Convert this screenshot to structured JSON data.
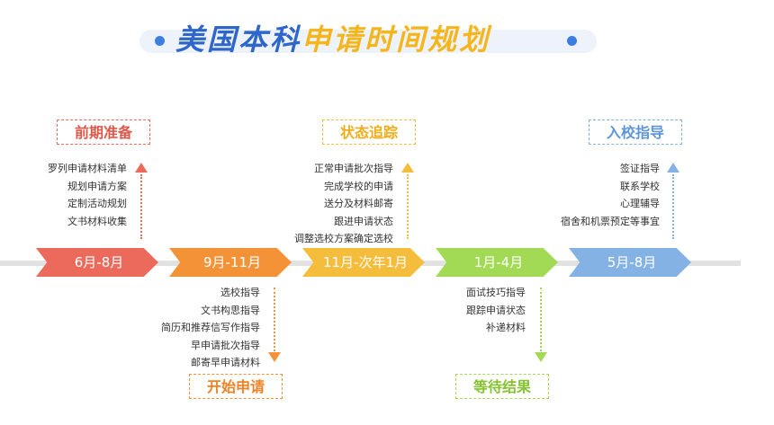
{
  "title": {
    "part1": "美国本科",
    "part2": "申请时间规划"
  },
  "colors": {
    "red": "#ec6a5c",
    "orange": "#f39237",
    "yellow": "#f5bd3c",
    "green": "#a2d955",
    "blue": "#84b2e4",
    "title_blue": "#2f66c9",
    "title_yellow": "#f5b51c"
  },
  "timeline": [
    {
      "label": "6月-8月"
    },
    {
      "label": "9月-11月"
    },
    {
      "label": "11月-次年1月"
    },
    {
      "label": "1月-4月"
    },
    {
      "label": "5月-8月"
    }
  ],
  "phases": {
    "early": {
      "title": "前期准备",
      "items": [
        "罗列申请材料清单",
        "规划申请方案",
        "定制活动规划",
        "文书材料收集"
      ]
    },
    "start": {
      "title": "开始申请",
      "items": [
        "选校指导",
        "文书构思指导",
        "简历和推荐信写作指导",
        "早申请批次指导",
        "邮寄早申请材料"
      ]
    },
    "tracking": {
      "title": "状态追踪",
      "items": [
        "正常申请批次指导",
        "完成学校的申请",
        "送分及材料邮寄",
        "跟进申请状态",
        "调整选校方案确定选校"
      ]
    },
    "waiting": {
      "title": "等待结果",
      "items": [
        "面试技巧指导",
        "跟踪申请状态",
        "补递材料"
      ]
    },
    "enrollment": {
      "title": "入校指导",
      "items": [
        "签证指导",
        "联系学校",
        "心理辅导",
        "宿舍和机票预定等事宜"
      ]
    }
  }
}
